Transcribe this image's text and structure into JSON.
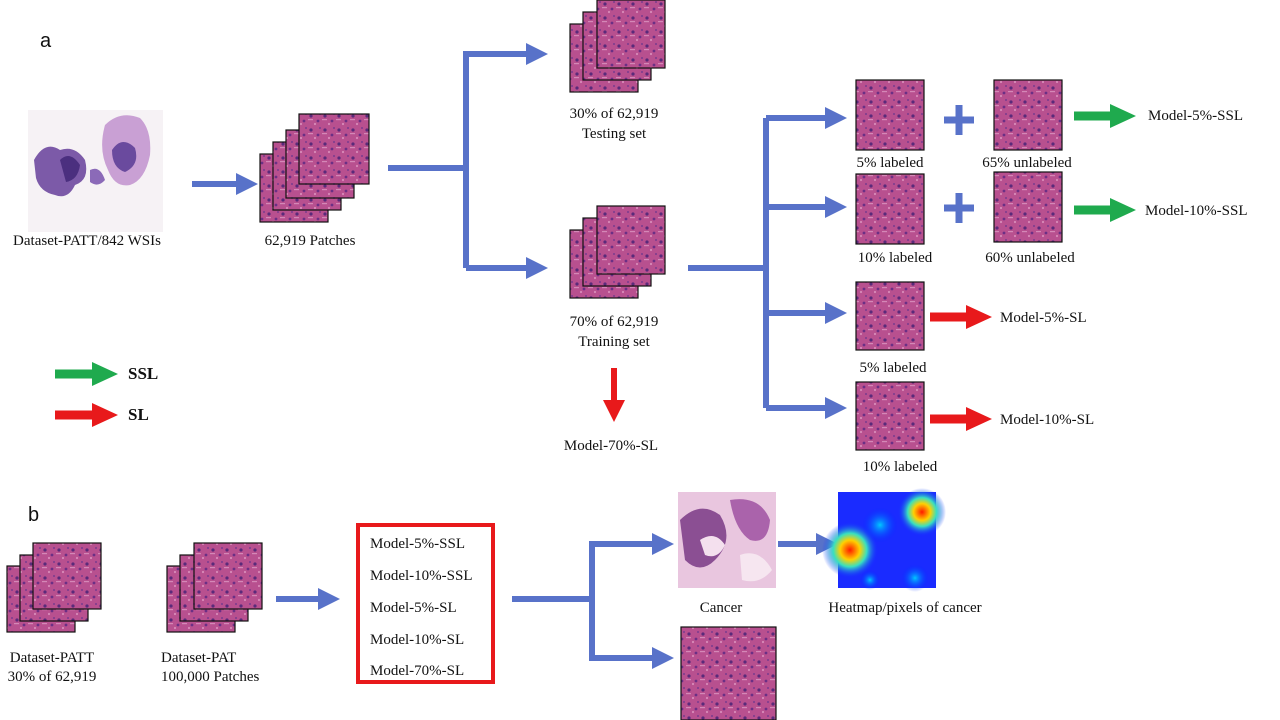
{
  "panels": {
    "a": "a",
    "b": "b"
  },
  "legend": {
    "ssl": "SSL",
    "sl": "SL",
    "ssl_color": "#1faa4e",
    "sl_color": "#e8191b"
  },
  "colors": {
    "flow_arrow": "#5872c9",
    "patch_base": "#b8508f",
    "model_box_border": "#e8191b"
  },
  "panel_a": {
    "wsi_label": "Dataset-PATT/842 WSIs",
    "patches_label": "62,919 Patches",
    "testing_line1": "30% of 62,919",
    "testing_line2": "Testing set",
    "training_line1": "70% of 62,919",
    "training_line2": "Training set",
    "model_70_sl": "Model-70%-SL",
    "branches": [
      {
        "left_label": "5% labeled",
        "right_label": "65% unlabeled",
        "model": "Model-5%-SSL"
      },
      {
        "left_label": "10% labeled",
        "right_label": "60% unlabeled",
        "model": "Model-10%-SSL"
      },
      {
        "left_label": "5% labeled",
        "model": "Model-5%-SL"
      },
      {
        "left_label": "10% labeled",
        "model": "Model-10%-SL"
      }
    ]
  },
  "panel_b": {
    "dataset_patt_line1": "Dataset-PATT",
    "dataset_patt_line2": "30% of 62,919",
    "dataset_pat_line1": "Dataset-PAT",
    "dataset_pat_line2": "100,000 Patches",
    "models": [
      "Model-5%-SSL",
      "Model-10%-SSL",
      "Model-5%-SL",
      "Model-10%-SL",
      "Model-70%-SL"
    ],
    "cancer_label": "Cancer",
    "heatmap_label": "Heatmap/pixels of cancer"
  }
}
